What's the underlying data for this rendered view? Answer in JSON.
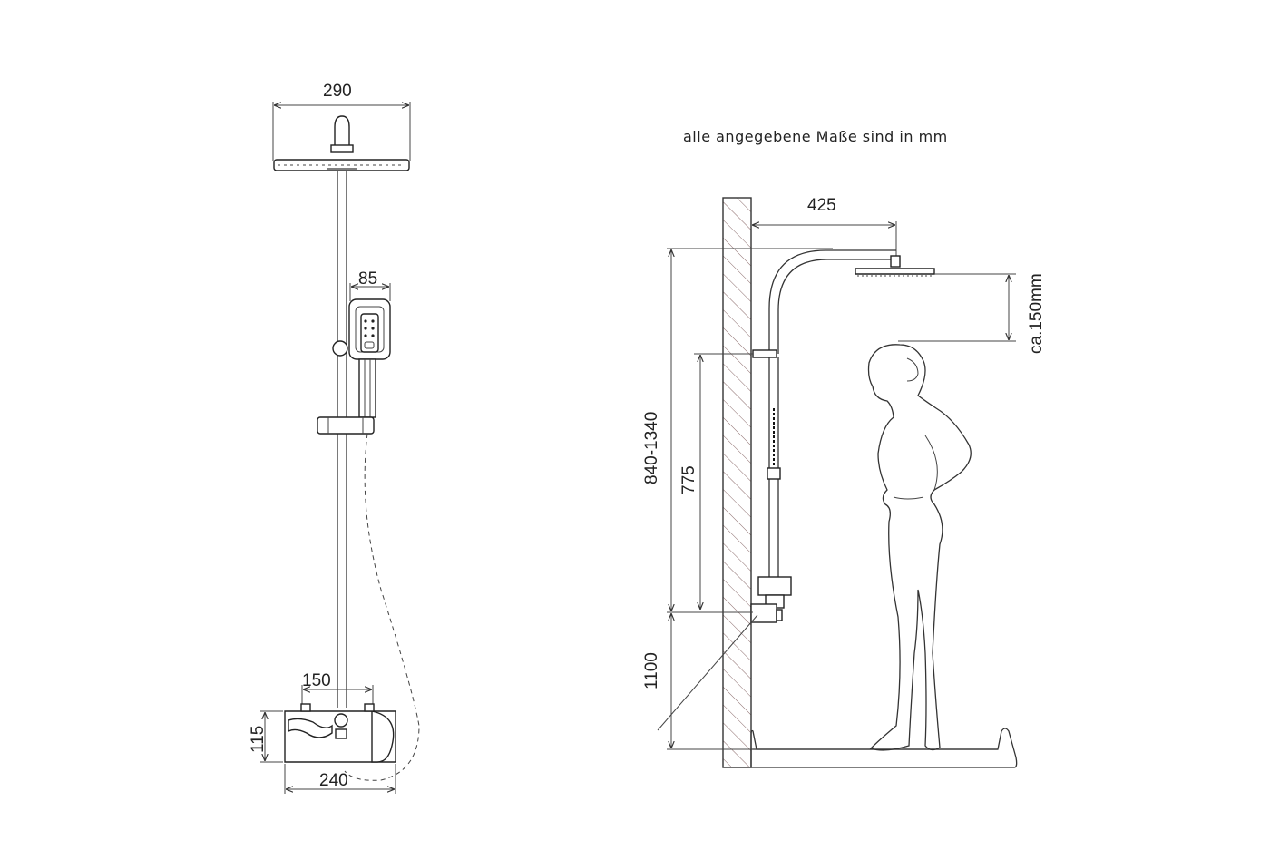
{
  "note": "alle angegebene Maße sind in mm",
  "front_view": {
    "dim_head_width": "290",
    "dim_handshower_width": "85",
    "dim_mixer_spacing": "150",
    "dim_mixer_height": "115",
    "dim_mixer_width": "240"
  },
  "side_view": {
    "dim_arm_reach": "425",
    "dim_head_clearance": "ca.150mm",
    "dim_height_range": "840-1340",
    "dim_rail_length": "775",
    "dim_mixer_height": "1100"
  }
}
